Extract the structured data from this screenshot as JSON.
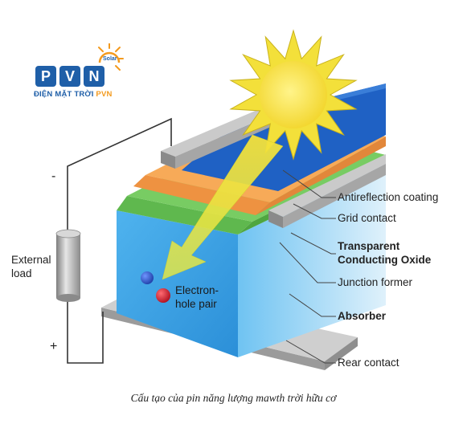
{
  "logo": {
    "letters": [
      "P",
      "V",
      "N"
    ],
    "tagline_main": "ĐIỆN MẶT TRỜI ",
    "tagline_accent": "PVN",
    "solar": "Solar",
    "brand_blue": "#1f5fa8",
    "brand_orange": "#f39a1e"
  },
  "labels": {
    "antireflection": "Antireflection coating",
    "grid": "Grid contact",
    "tco_line1": "Transparent",
    "tco_line2": "Conducting Oxide",
    "junction": "Junction former",
    "absorber": "Absorber",
    "rear": "Rear contact",
    "load_line1": "External",
    "load_line2": "load",
    "minus": "-",
    "plus": "+",
    "pair_line1": "Electron-",
    "pair_line2": "hole pair"
  },
  "caption": "Cấu tạo của pin năng lượng mawth trời hữu cơ",
  "colors": {
    "absorber": "#3fa3e4",
    "junction": "#6cc35a",
    "tco": "#f5a04a",
    "antireflection": "#1e63c4",
    "contact": "#9a9a9a",
    "sun": "#f4e13a",
    "electron": "#1f4fb8",
    "hole": "#c8162a"
  }
}
